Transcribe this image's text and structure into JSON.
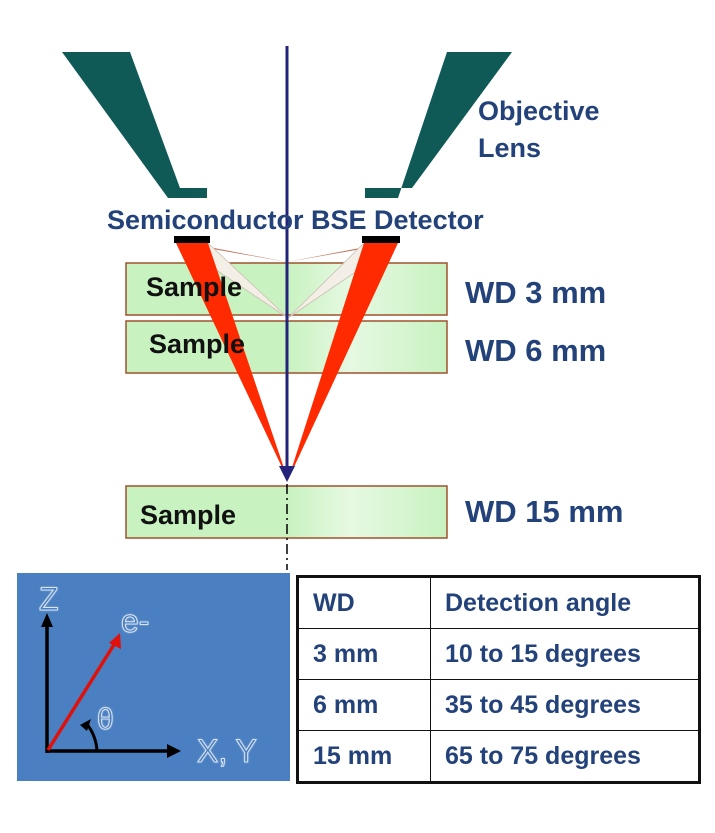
{
  "labels": {
    "objective_lens_line1": "Objective",
    "objective_lens_line2": "Lens",
    "detector": "Semiconductor BSE Detector",
    "sample_1": "Sample",
    "sample_2": "Sample",
    "sample_3": "Sample",
    "wd_3": "WD 3 mm",
    "wd_6": "WD 6 mm",
    "wd_15": "WD 15 mm"
  },
  "coordinate_diagram": {
    "z_label": "Z",
    "xy_label": "X, Y",
    "electron_label": "e-",
    "theta_label": "θ"
  },
  "table": {
    "headers": [
      "WD",
      "Detection angle"
    ],
    "rows": [
      [
        "3 mm",
        "10 to 15 degrees"
      ],
      [
        "6 mm",
        "35 to 45 degrees"
      ],
      [
        "15 mm",
        "65 to 75 degrees"
      ]
    ]
  },
  "colors": {
    "lens": "#0f5a56",
    "beam": "#23237a",
    "signal_red": "#ff2a00",
    "sample_fill": "#c8f2c0",
    "sample_border": "#a0522d",
    "label_navy": "#23427a",
    "panel_blue": "#4a7fc1"
  }
}
